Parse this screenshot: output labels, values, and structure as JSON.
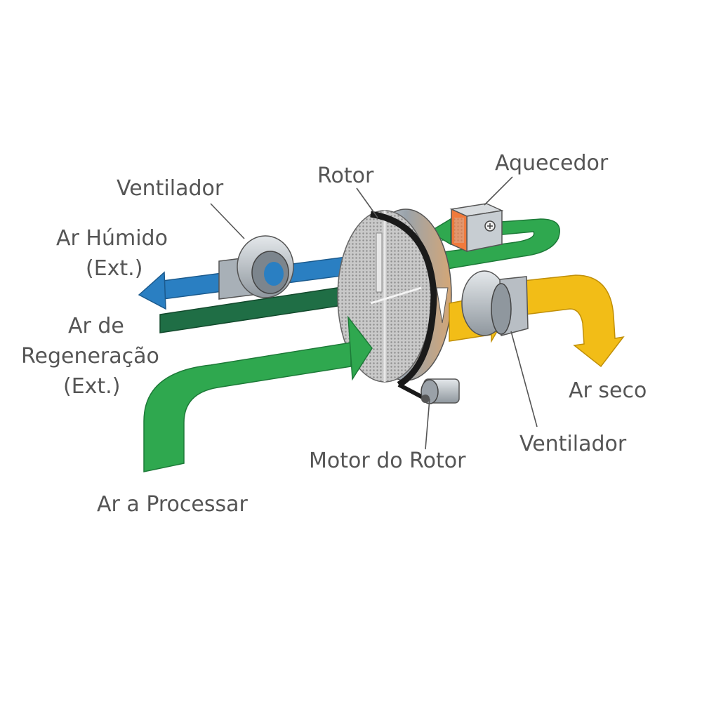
{
  "labels": {
    "ventilador_left": "Ventilador",
    "rotor": "Rotor",
    "aquecedor": "Aquecedor",
    "ar_humido_line1": "Ar Húmido",
    "ar_humido_line2": "(Ext.)",
    "ar_regeneracao_line1": "Ar de",
    "ar_regeneracao_line2": "Regeneração",
    "ar_regeneracao_line3": "(Ext.)",
    "ar_seco": "Ar seco",
    "ventilador_right": "Ventilador",
    "motor_do_rotor": "Motor do Rotor",
    "ar_a_processar": "Ar a Processar"
  },
  "colors": {
    "text": "#555555",
    "process_air_green": "#2fa84f",
    "regeneration_air_dark_green": "#1f6e45",
    "humid_air_blue": "#2a7fc2",
    "dry_air_yellow": "#f2bd17",
    "heater_orange": "#f07a3c",
    "rotor_belt": "#1a1a1a",
    "fan_grey": "#b8bec4"
  }
}
